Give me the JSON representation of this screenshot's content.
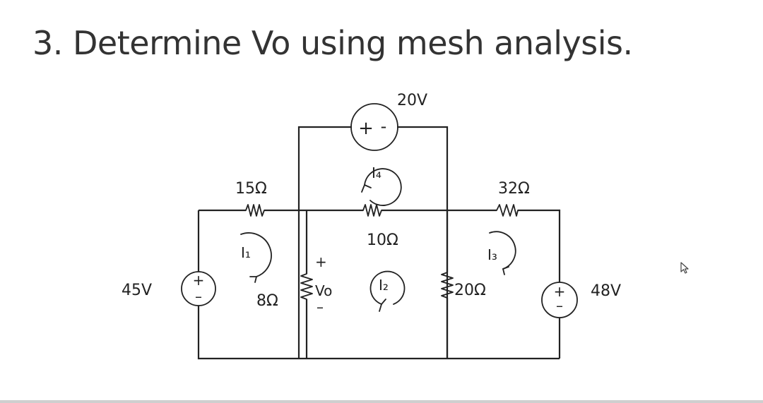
{
  "slide": {
    "title": "3. Determine Vo using mesh analysis."
  },
  "circuit": {
    "source_left": {
      "value": "45V",
      "plus": "+",
      "minus": "–"
    },
    "source_top": {
      "value": "20V",
      "plus": "+",
      "minus": "-"
    },
    "source_right": {
      "value": "48V",
      "plus": "+",
      "minus": "–"
    },
    "resistors": {
      "r_15": "15Ω",
      "r_8": "8Ω",
      "r_10": "10Ω",
      "r_20": "20Ω",
      "r_32": "32Ω"
    },
    "vo": {
      "label": "Vo",
      "plus": "+",
      "minus": "–"
    },
    "mesh_currents": {
      "i1": "I₁",
      "i2": "I₂",
      "i3": "I₃",
      "i4": "I₄"
    }
  },
  "colors": {
    "ink": "#222222",
    "title": "#333333",
    "background": "#ffffff"
  }
}
